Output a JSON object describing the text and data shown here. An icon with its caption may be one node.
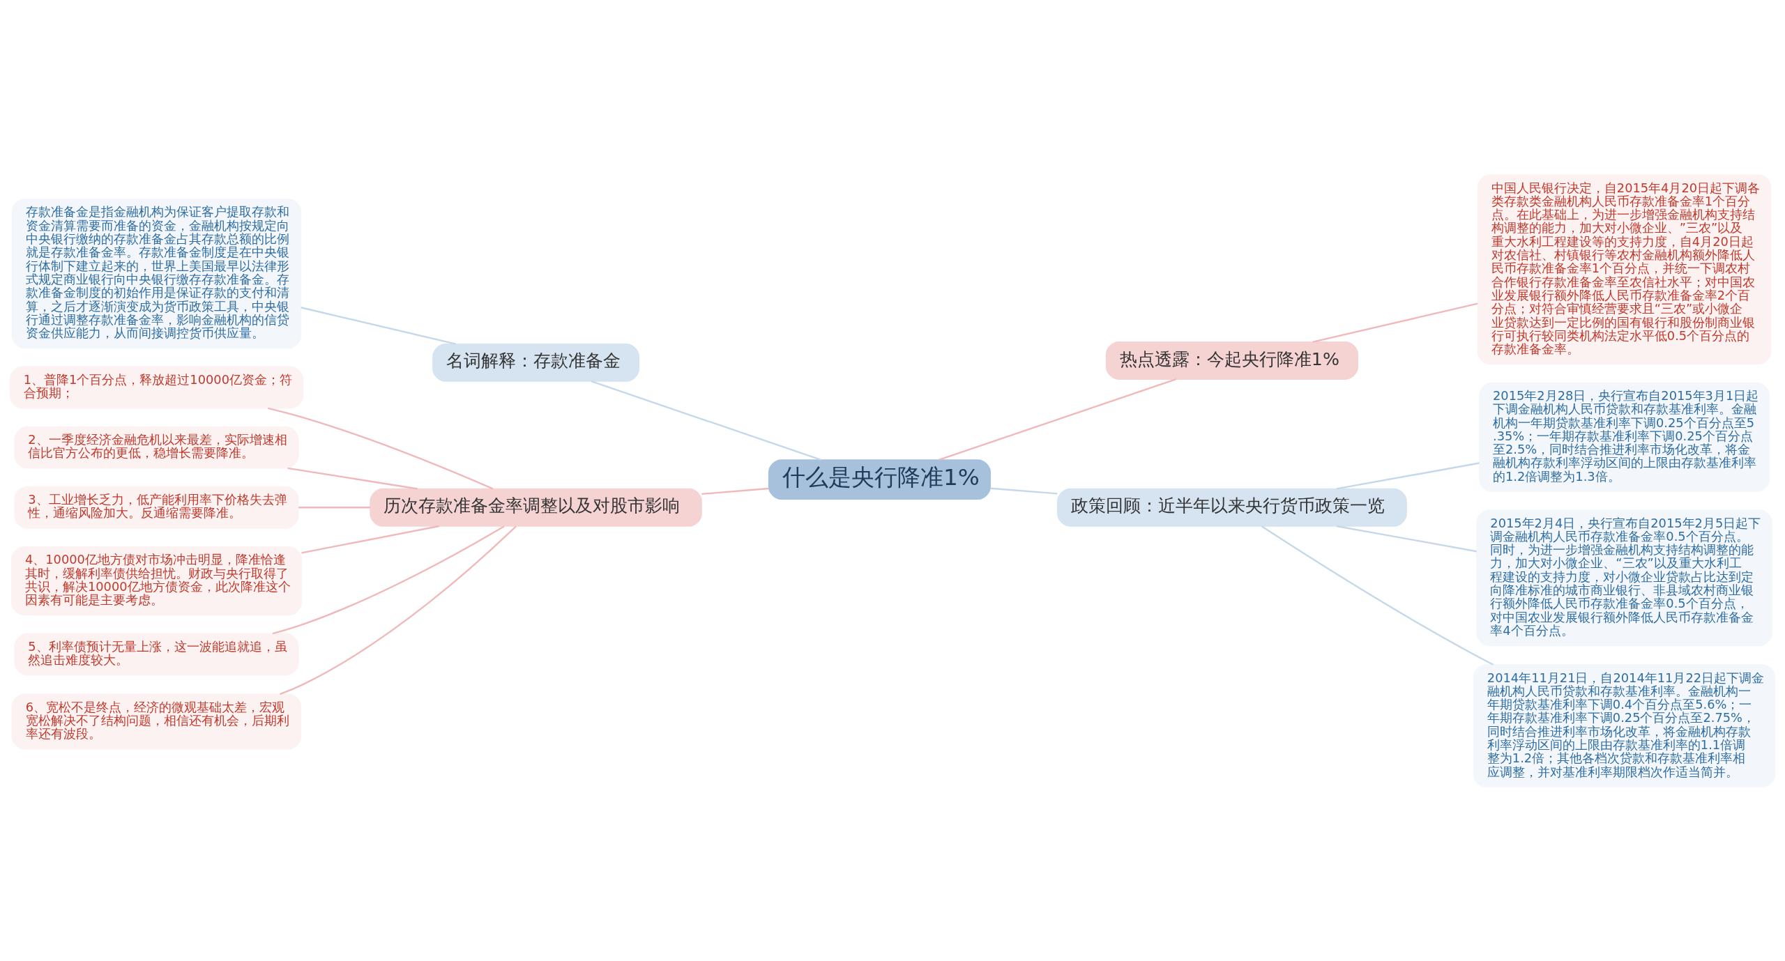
{
  "diagram": {
    "nodes": [
      {
        "text": [
          "什么是央行降准1%"
        ]
      },
      {
        "text": [
          "名词解释：存款准备金"
        ]
      },
      {
        "text": [
          "存款准备金是指金融机构为保证客户提取存款和资金清算需要而准备的资金，金融机构按规定向中央银行缴纳的存款准备金占其存款总额的比例就是存款准备金率。存款准备金制度是在中央银行体制下建立起来的，世界上美国最早以法律形式规定商业银行向中央银行缴存存款准备金。存款准备金制度的初始作用是保证存款的支付和清算，之后才逐渐演变成为货币政策工具，中央银行通过调整存款准备金率，影响金融机构的信贷资金供应能力，从而间接调控货币供应量。"
        ]
      },
      {
        "text": [
          "历次存款准备金率调整以及对股市影响"
        ]
      },
      {
        "text": [
          "1、普降1个百分点，释放超过10000亿资金；符合预期；"
        ]
      },
      {
        "text": [
          "2、一季度经济金融危机以来最差，实际增速相信比官方公布的更低，稳增长需要降准。"
        ]
      },
      {
        "text": [
          "3、工业增长乏力，低产能利用率下价格失去弹性，通缩风险加大。反通缩需要降准。"
        ]
      },
      {
        "text": [
          "4、10000亿地方债对市场冲击明显，降准恰逢其时，缓解利率债供给担忧。财政与央行取得了共识，解决10000亿地方债资金，此次降准这个因素有可能是主要考虑。"
        ]
      },
      {
        "text": [
          "5、利率债预计无量上涨，这一波能追就追，虽然追击难度较大。"
        ]
      },
      {
        "text": [
          "6、宽松不是终点，经济的微观基础太差，宏观宽松解决不了结构问题，相信还有机会，后期利率还有波段。"
        ]
      },
      {
        "text": [
          "热点透露：今起央行降准1%"
        ]
      },
      {
        "text": [
          "中国人民银行决定，自2015年4月20日起下调各类存款类金融机构人民币存款准备金率1个百分点。在此基础上，为进一步增强金融机构支持结构调整的能力，加大对小微企业、”三农”以及重大水利工程建设等的支持力度，自4月20日起对农信社、村镇银行等农村金融机构额外降低人民币存款准备金率1个百分点，并统一下调农村合作银行存款准备金率至农信社水平；对中国农业发展银行额外降低人民币存款准备金率2个百分点；对符合审慎经营要求且“三农”或小微企业贷款达到一定比例的国有银行和股份制商业银行可执行较同类机构法定水平低0.5个百分点的存款准备金率。"
        ]
      },
      {
        "text": [
          "政策回顾：近半年以来央行货币政策一览"
        ]
      },
      {
        "text": [
          "2015年2月28日，央行宣布自2015年3月1日起下调金融机构人民币贷款和存款基准利率。金融机构一年期贷款基准利率下调0.25个百分点至5.35%；一年期存款基准利率下调0.25个百分点至2.5%，同时结合推进利率市场化改革，将金融机构存款利率浮动区间的上限由存款基准利率的1.2倍调整为1.3倍。"
        ]
      },
      {
        "text": [
          "2015年2月4日，央行宣布自2015年2月5日起下调金融机构人民币存款准备金率0.5个百分点。同时，为进一步增强金融机构支持结构调整的能力，加大对小微企业、“三农”以及重大水利工程建设的支持力度，对小微企业贷款占比达到定向降准标准的城市商业银行、非县域农村商业银行额外降低人民币存款准备金率0.5个百分点，对中国农业发展银行额外降低人民币存款准备金率4个百分点。"
        ]
      },
      {
        "text": [
          "2014年11月21日，自2014年11月22日起下调金融机构人民币贷款和存款基准利率。金融机构一年期贷款基准利率下调0.4个百分点至5.6%；一年期存款基准利率下调0.25个百分点至2.75%，同时结合推进利率市场化改革，将金融机构存款利率浮动区间的上限由存款基准利率的1.1倍调整为1.2倍；其他各档次贷款和存款基准利率相应调整，并对基准利率期限档次作适当简并。"
        ]
      }
    ],
    "edges": [
      {
        "from": 1,
        "to": 0,
        "arrow": "none",
        "color": "#c5d8ea"
      },
      {
        "from": 2,
        "to": 1,
        "arrow": "none",
        "color": "#c5d8ea"
      },
      {
        "from": 3,
        "to": 0,
        "arrow": "none"
      },
      {
        "from": 4,
        "to": 3,
        "arrow": "none"
      },
      {
        "from": 5,
        "to": 3,
        "arrow": "none"
      },
      {
        "from": 6,
        "to": 3,
        "arrow": "none"
      },
      {
        "from": 7,
        "to": 3,
        "arrow": "none"
      },
      {
        "from": 8,
        "to": 3,
        "arrow": "none"
      },
      {
        "from": 9,
        "to": 3,
        "arrow": "none"
      },
      {
        "from": 0,
        "to": 10,
        "arrow": "none"
      },
      {
        "from": 10,
        "to": 11,
        "arrow": "none"
      },
      {
        "from": 0,
        "to": 12,
        "arrow": "none",
        "color": "#c5d8ea"
      },
      {
        "from": 12,
        "to": 13,
        "arrow": "none",
        "color": "#c5d8ea"
      },
      {
        "from": 12,
        "to": 14,
        "arrow": "none",
        "color": "#c5d8ea"
      },
      {
        "from": 12,
        "to": 15,
        "arrow": "none",
        "color": "#c5d8ea"
      }
    ]
  }
}
